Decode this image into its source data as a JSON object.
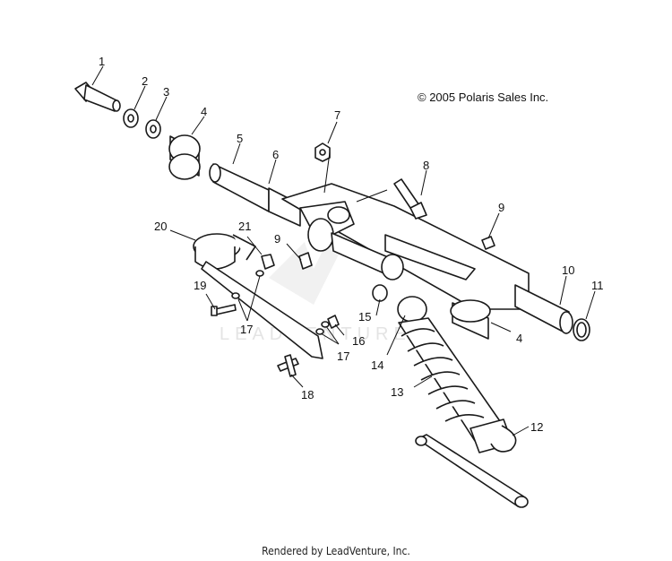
{
  "copyright": "© 2005 Polaris Sales Inc.",
  "footer": "Rendered by LeadVenture, Inc.",
  "watermark": "LEADVENTURE",
  "callouts": [
    {
      "n": "1"
    },
    {
      "n": "2"
    },
    {
      "n": "3"
    },
    {
      "n": "4"
    },
    {
      "n": "5"
    },
    {
      "n": "6"
    },
    {
      "n": "7"
    },
    {
      "n": "8"
    },
    {
      "n": "9"
    },
    {
      "n": "9"
    },
    {
      "n": "10"
    },
    {
      "n": "11"
    },
    {
      "n": "12"
    },
    {
      "n": "13"
    },
    {
      "n": "14"
    },
    {
      "n": "15"
    },
    {
      "n": "16"
    },
    {
      "n": "17"
    },
    {
      "n": "17"
    },
    {
      "n": "18"
    },
    {
      "n": "19"
    },
    {
      "n": "20"
    },
    {
      "n": "21"
    },
    {
      "n": "4"
    }
  ]
}
